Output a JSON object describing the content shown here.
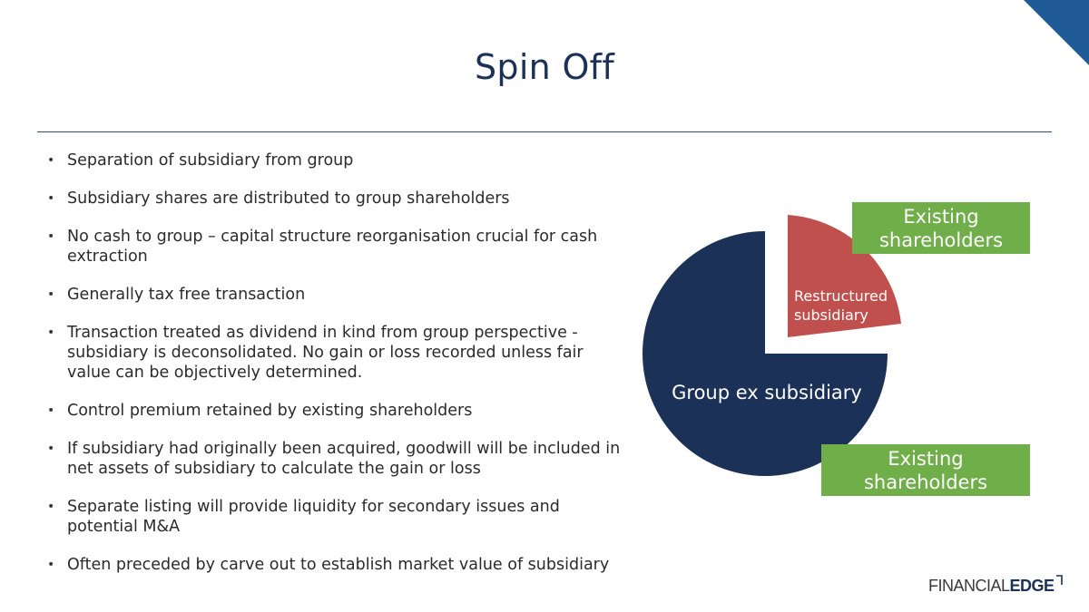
{
  "slide": {
    "title": "Spin Off",
    "bullets": [
      "Separation of subsidiary from group",
      "Subsidiary shares are distributed to group shareholders",
      "No cash to group – capital structure reorganisation crucial for cash extraction",
      "Generally tax free transaction",
      "Transaction treated as dividend in kind from group perspective - subsidiary is deconsolidated. No gain or loss recorded unless fair value can be objectively determined.",
      "Control premium retained by existing shareholders",
      "If subsidiary had originally been acquired, goodwill will be included in net assets of subsidiary to calculate the gain or loss",
      "Separate listing will provide liquidity for secondary issues and potential M&A",
      "Often preceded by carve out to establish market value of subsidiary"
    ]
  },
  "diagram": {
    "group_label": "Group ex subsidiary",
    "subsidiary_label_line1": "Restructured",
    "subsidiary_label_line2": "subsidiary",
    "top_box_line1": "Existing",
    "top_box_line2": "shareholders",
    "bottom_box_line1": "Existing",
    "bottom_box_line2": "shareholders",
    "colors": {
      "group": "#1c3157",
      "subsidiary": "#c0504d",
      "shareholder_box": "#6fae49"
    }
  },
  "brand": {
    "logo_part1": "FINANCIAL",
    "logo_part2": "EDGE",
    "accent_color": "#1f5a96"
  }
}
